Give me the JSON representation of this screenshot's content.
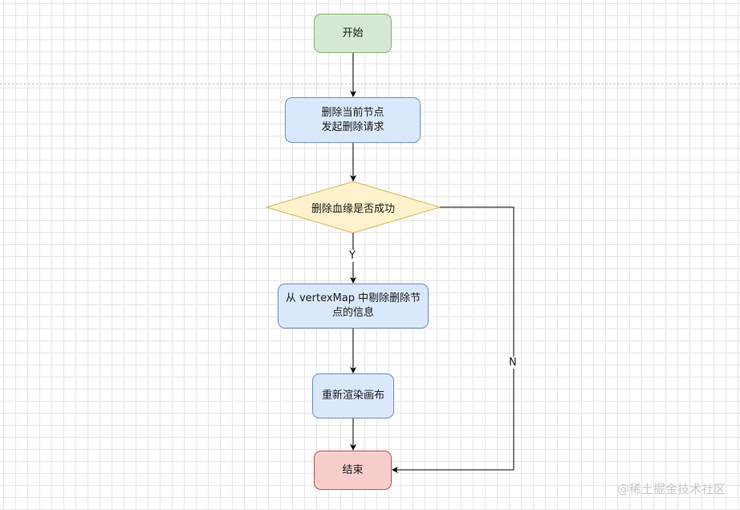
{
  "nodes": {
    "start": "开始",
    "delete_node": "删除当前节点\n发起删除请求",
    "decision": "删除血缘是否成功",
    "remove_vertex": "从 vertexMap 中剔除删除节点的信息",
    "rerender": "重新渲染画布",
    "end": "结束"
  },
  "edges": {
    "yes_label": "Y",
    "no_label": "N"
  },
  "watermark": "@稀土掘金技术社区",
  "colors": {
    "start_fill": "#d5e8d4",
    "start_stroke": "#82b366",
    "process_fill": "#dae8fc",
    "process_stroke": "#6c8ebf",
    "decision_fill": "#fff2cc",
    "decision_stroke": "#d6b656",
    "end_fill": "#f8cecc",
    "end_stroke": "#b85450"
  }
}
